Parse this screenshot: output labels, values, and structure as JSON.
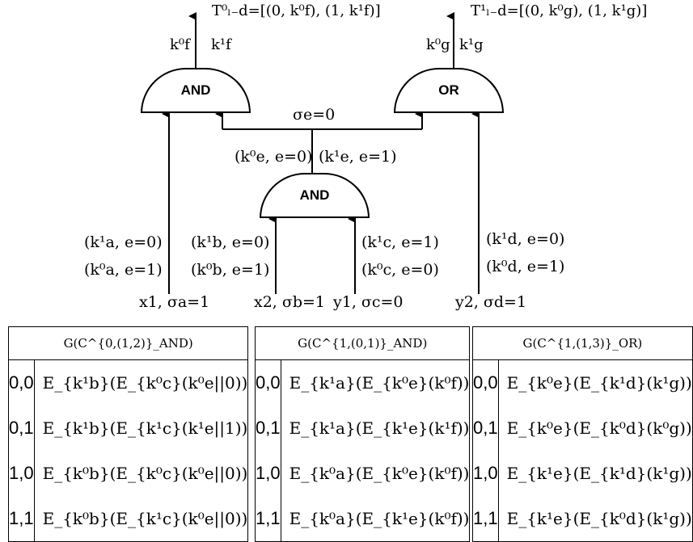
{
  "gates": {
    "and_top": "AND",
    "or_top": "OR",
    "and_bottom": "AND"
  },
  "outputs": {
    "left_table": "T⁰ₗ₋d=[(0, k⁰f), (1, k¹f)]",
    "right_table": "T¹ₗ₋d=[(0, k⁰g), (1, k¹g)]",
    "left_k0": "k⁰f",
    "left_k1": "k¹f",
    "right_k0": "k⁰g",
    "right_k1": "k¹g"
  },
  "wire_labels": {
    "sigma_e": "σe=0",
    "e0": "(k⁰e, e=0)",
    "e1": "(k¹e, e=1)",
    "a_top": "(k¹a, e=0)",
    "a_bottom": "(k⁰a, e=1)",
    "b_top": "(k¹b, e=0)",
    "b_bottom": "(k⁰b, e=1)",
    "c_top": "(k¹c, e=1)",
    "c_bottom": "(k⁰c, e=0)",
    "d_top": "(k¹d, e=0)",
    "d_bottom": "(k⁰d, e=1)"
  },
  "inputs": {
    "x1": "x1, σa=1",
    "x2": "x2, σb=1",
    "y1": "y1, σc=0",
    "y2": "y2, σd=1"
  },
  "tables": [
    {
      "title": "G(C^{0,(1,2)}_AND)",
      "rows": [
        {
          "idx": "0,0",
          "entry": "E_{k¹b}(E_{k⁰c}(k⁰e||0))"
        },
        {
          "idx": "0,1",
          "entry": "E_{k¹b}(E_{k¹c}(k¹e||1))"
        },
        {
          "idx": "1,0",
          "entry": "E_{k⁰b}(E_{k⁰c}(k⁰e||0))"
        },
        {
          "idx": "1,1",
          "entry": "E_{k⁰b}(E_{k¹c}(k⁰e||0))"
        }
      ]
    },
    {
      "title": "G(C^{1,(0,1)}_AND)",
      "rows": [
        {
          "idx": "0,0",
          "entry": "E_{k¹a}(E_{k⁰e}(k⁰f))"
        },
        {
          "idx": "0,1",
          "entry": "E_{k¹a}(E_{k¹e}(k¹f))"
        },
        {
          "idx": "1,0",
          "entry": "E_{k⁰a}(E_{k⁰e}(k⁰f))"
        },
        {
          "idx": "1,1",
          "entry": "E_{k⁰a}(E_{k¹e}(k⁰f))"
        }
      ]
    },
    {
      "title": "G(C^{1,(1,3)}_OR)",
      "rows": [
        {
          "idx": "0,0",
          "entry": "E_{k⁰e}(E_{k¹d}(k¹g))"
        },
        {
          "idx": "0,1",
          "entry": "E_{k⁰e}(E_{k⁰d}(k⁰g))"
        },
        {
          "idx": "1,0",
          "entry": "E_{k¹e}(E_{k¹d}(k¹g))"
        },
        {
          "idx": "1,1",
          "entry": "E_{k¹e}(E_{k⁰d}(k¹g))"
        }
      ]
    }
  ]
}
